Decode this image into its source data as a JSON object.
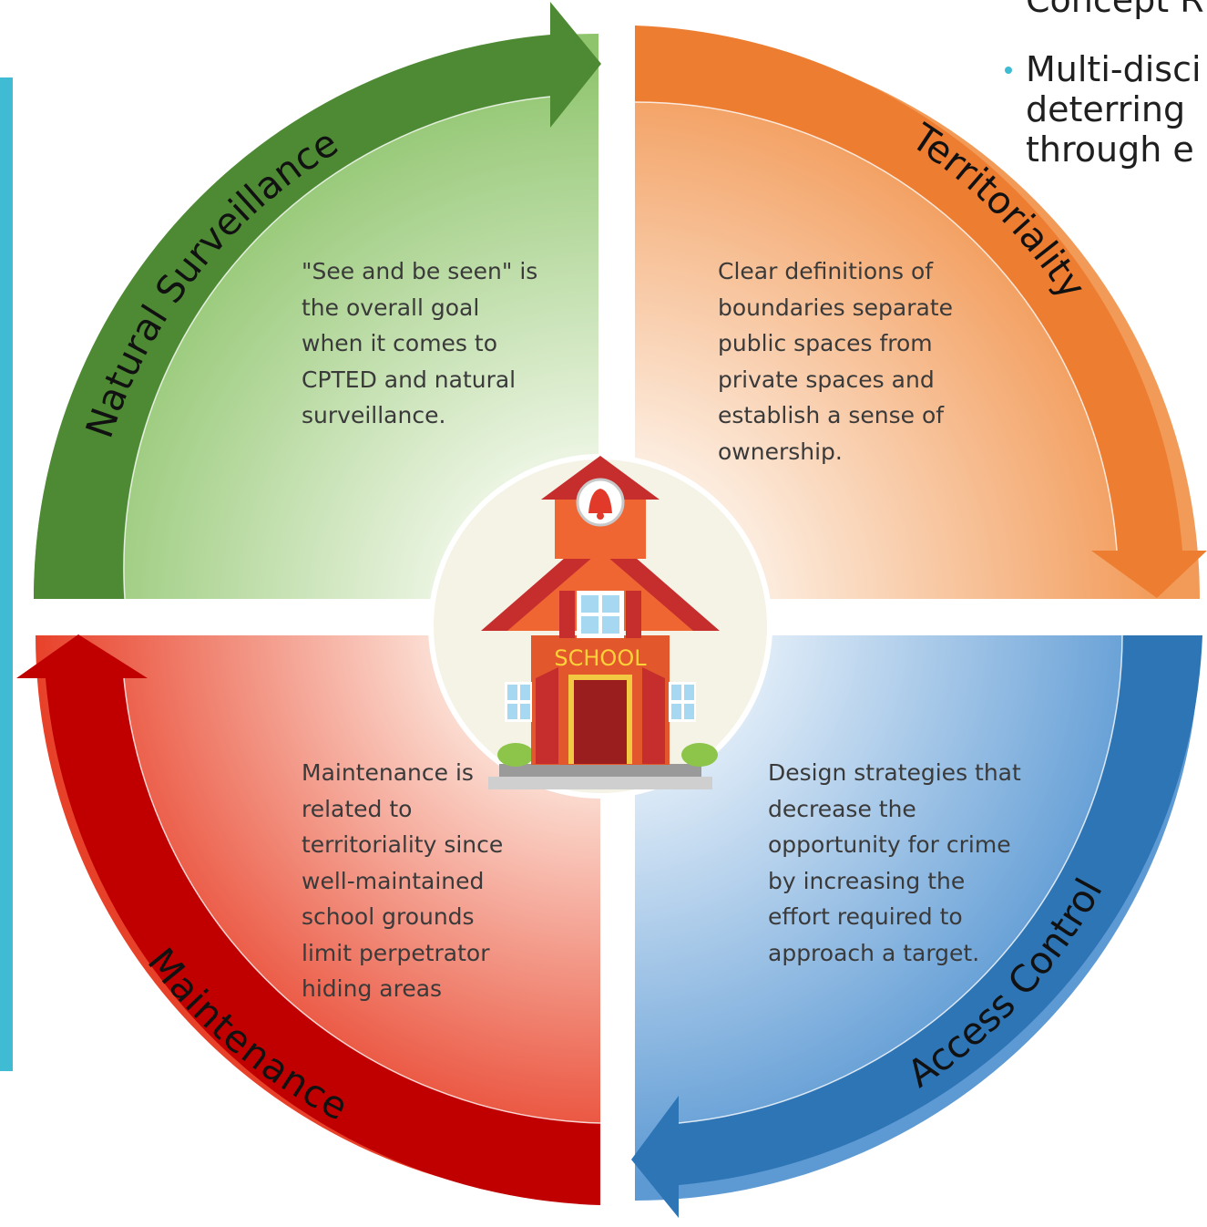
{
  "slide_text": {
    "line_concept": "Concept R",
    "bullet_lines": [
      "Multi-disci",
      "deterring",
      "through e"
    ]
  },
  "quadrants": {
    "natural_surveillance": {
      "label": "Natural Surveillance",
      "text": [
        "\"See and be seen\" is",
        "the overall goal",
        "when it comes to",
        "CPTED and natural",
        "surveillance."
      ],
      "color": "#4e8a34"
    },
    "territoriality": {
      "label": "Territoriality",
      "text": [
        "Clear definitions of",
        "boundaries separate",
        "public spaces from",
        "private spaces and",
        "establish a sense of",
        "ownership."
      ],
      "color": "#ed7d31"
    },
    "maintenance": {
      "label": "Maintenance",
      "text": [
        "Maintenance is",
        "related to",
        "territoriality since",
        "well-maintained",
        "school grounds",
        "limit perpetrator",
        "hiding areas"
      ],
      "color": "#c00000"
    },
    "access_control": {
      "label": "Access Control",
      "text": [
        "Design strategies that",
        "decrease the",
        "opportunity for crime",
        "by increasing the",
        "effort required to",
        "approach a target."
      ],
      "color": "#2e75b6"
    }
  },
  "center": {
    "sign": "SCHOOL",
    "icon": "school-building-icon"
  }
}
